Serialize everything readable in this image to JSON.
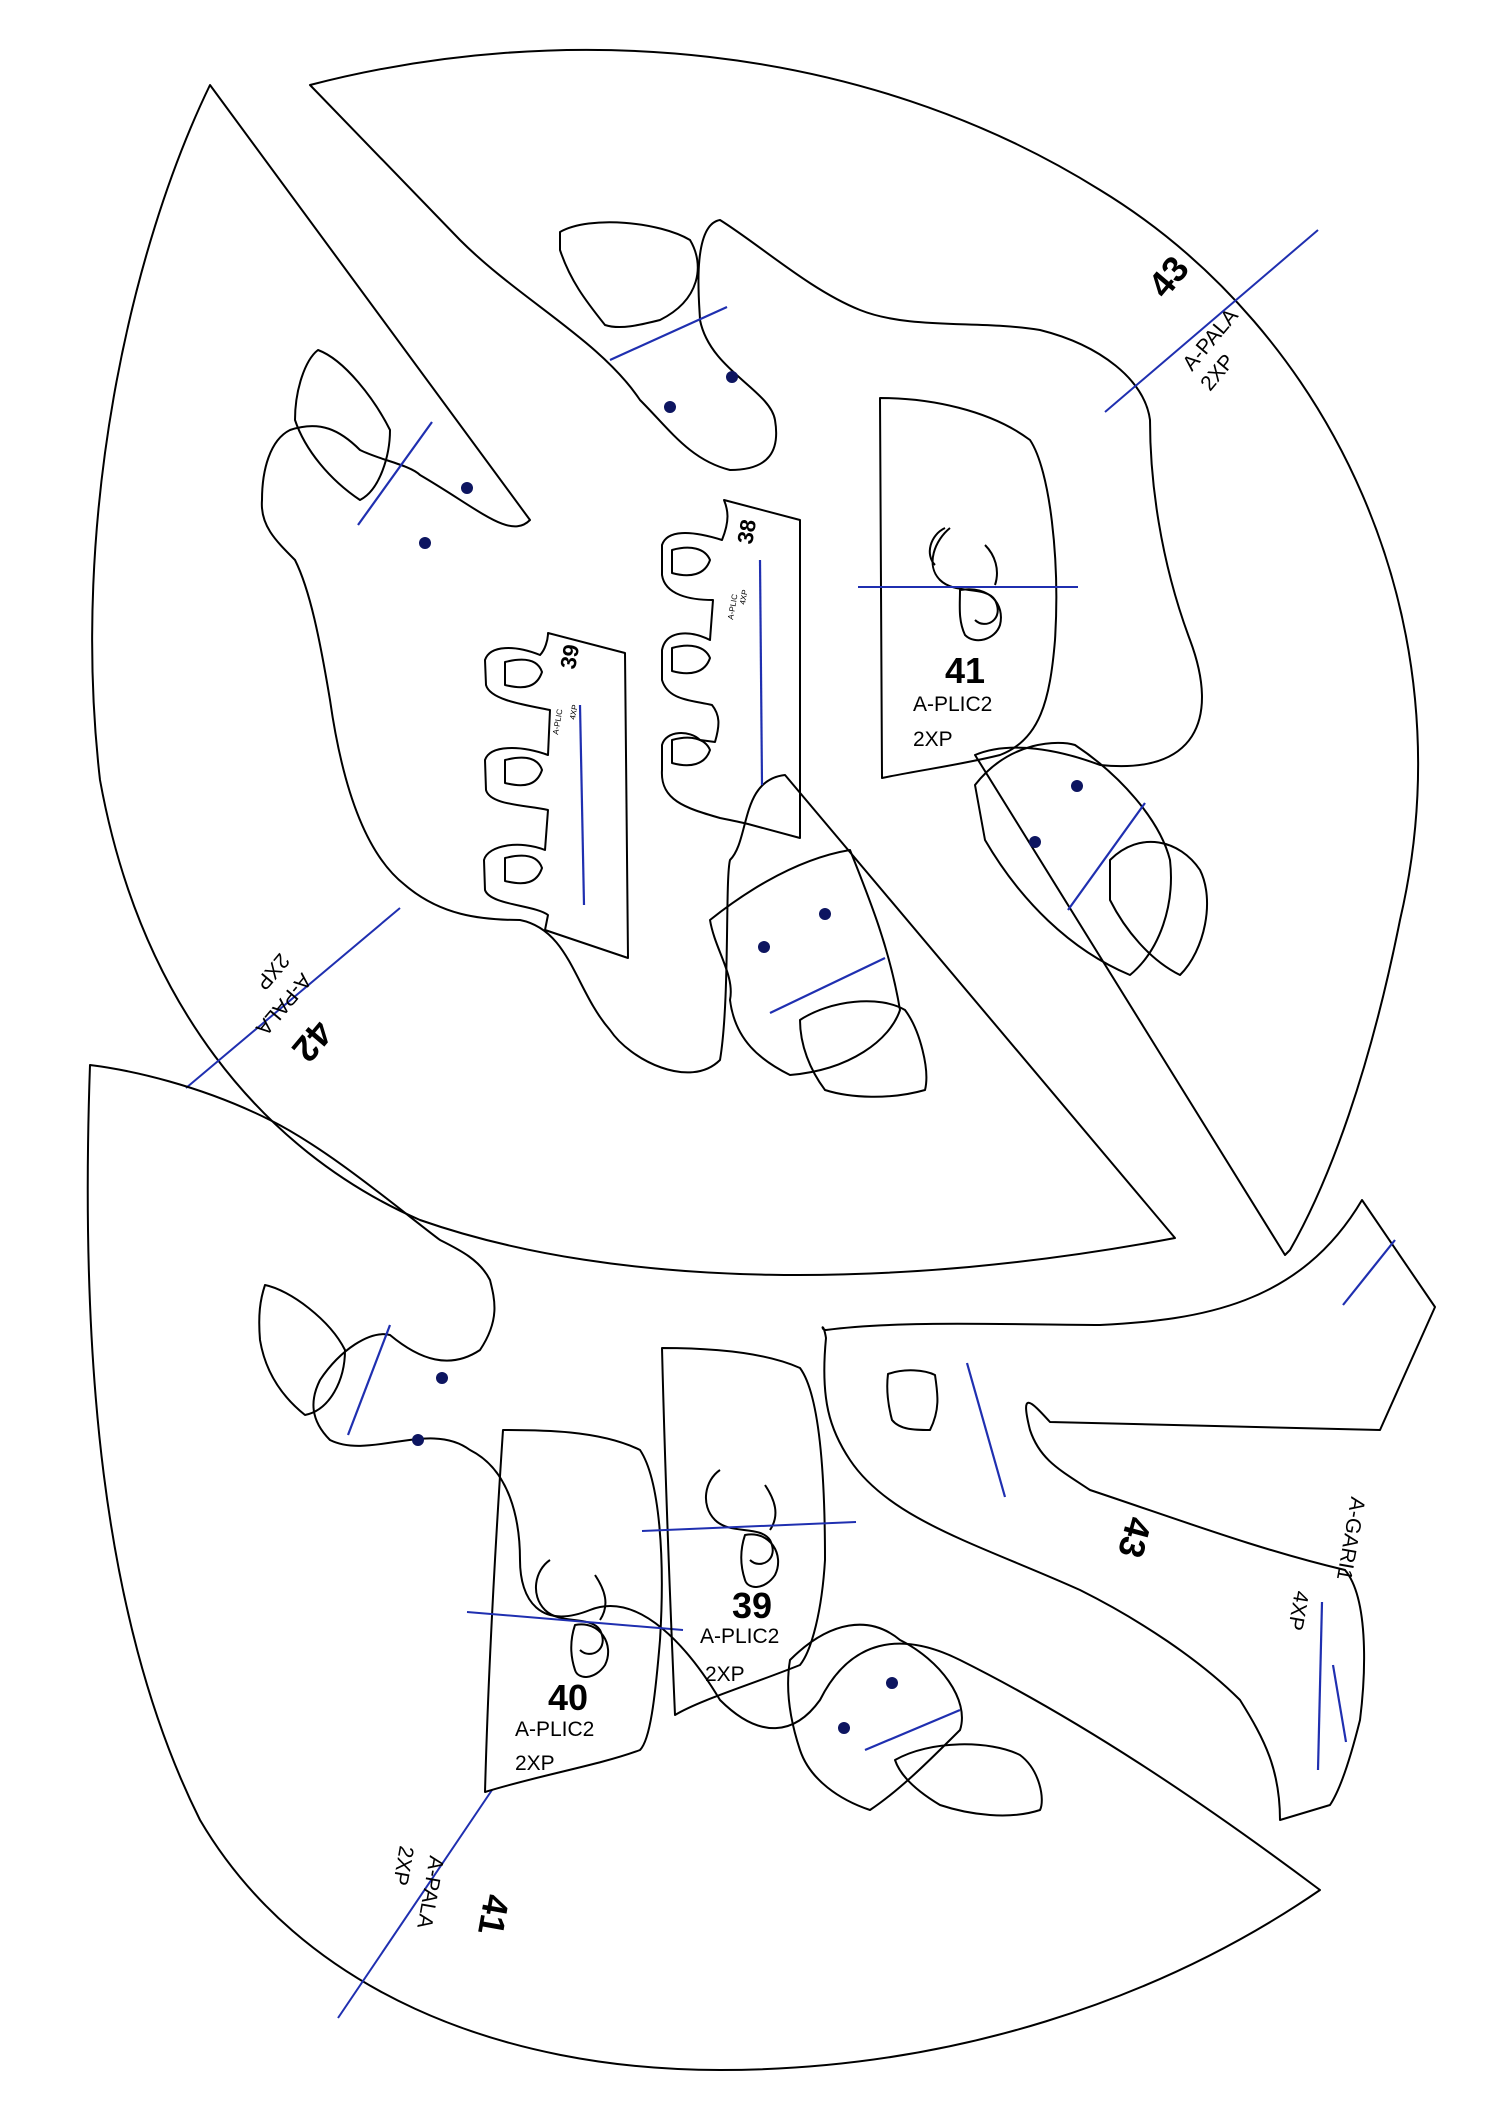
{
  "colors": {
    "outline": "#000000",
    "guide": "#1f2fb0",
    "marker": "#0d1560",
    "background": "#ffffff"
  },
  "pieces": [
    {
      "number": "43",
      "code": "A-PALA",
      "qty": "2XP"
    },
    {
      "number": "42",
      "code": "A-PALA",
      "qty": "2XP"
    },
    {
      "number": "41",
      "code": "A-PLIC2",
      "qty": "2XP"
    },
    {
      "number": "38",
      "code": "A-PLIC",
      "qty": "4XP"
    },
    {
      "number": "39",
      "code": "A-PLIC",
      "qty": "4XP"
    },
    {
      "number": "41",
      "code": "A-PALA",
      "qty": "2XP"
    },
    {
      "number": "40",
      "code": "A-PLIC2",
      "qty": "2XP"
    },
    {
      "number": "39",
      "code": "A-PLIC2",
      "qty": "2XP"
    },
    {
      "number": "43",
      "code": "A-GARI1",
      "qty": "4XP"
    }
  ]
}
